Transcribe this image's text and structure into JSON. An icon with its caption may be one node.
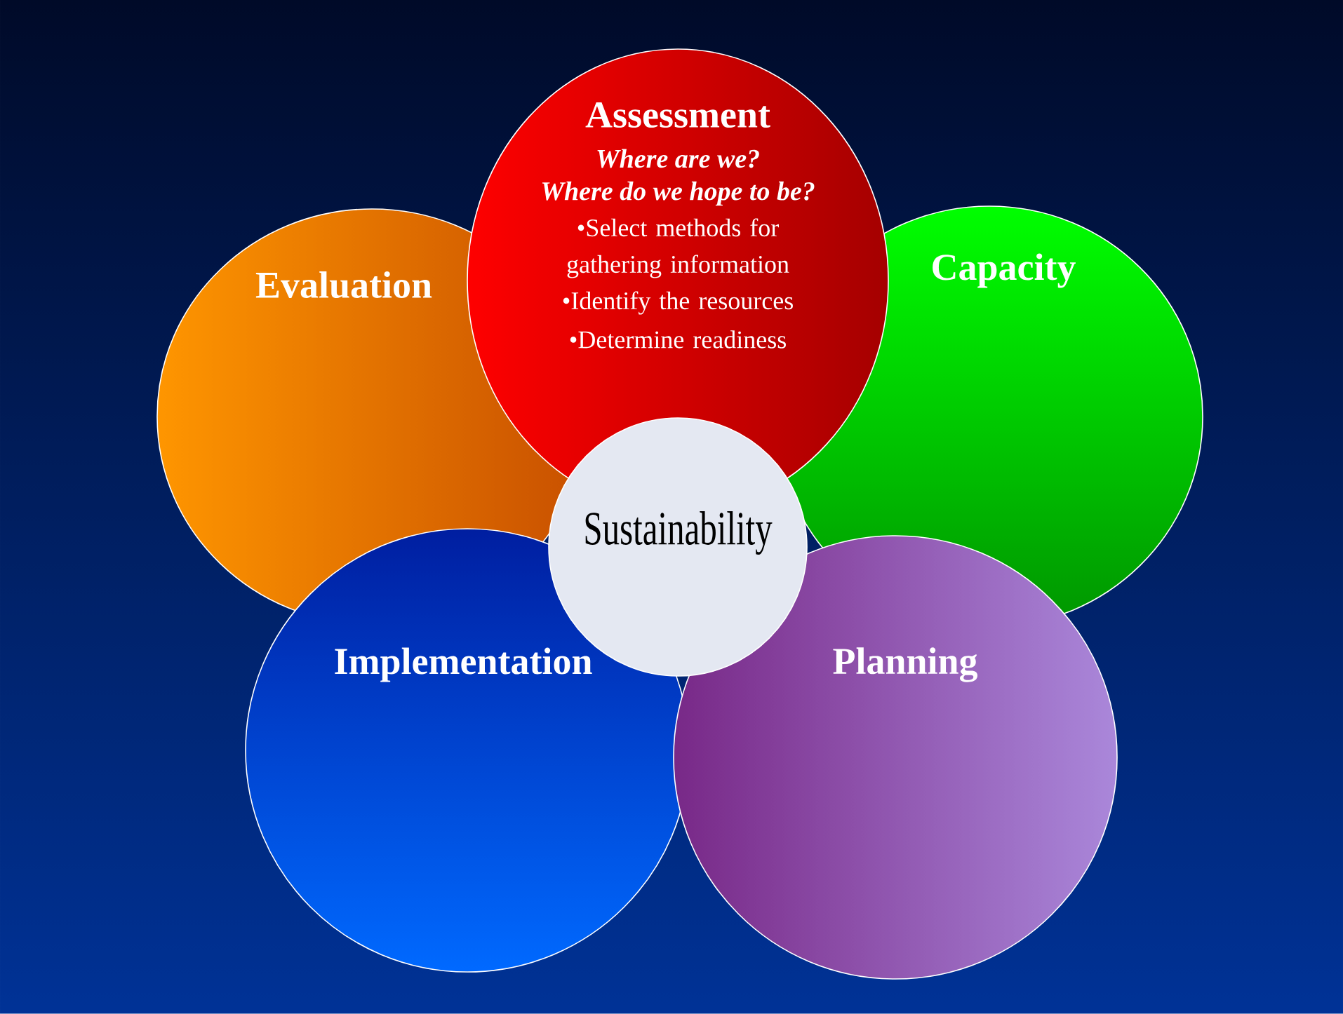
{
  "diagram": {
    "nodes": [
      {
        "text": [
          "Assessment",
          "Where are we?",
          "Where do we hope to be?",
          "•Select methods for gathering information",
          "•Identify the resources",
          "•Determine readiness"
        ]
      },
      {
        "text": [
          "Evaluation"
        ]
      },
      {
        "text": [
          "Capacity"
        ]
      },
      {
        "text": [
          "Sustainability"
        ]
      },
      {
        "text": [
          "Implementation"
        ]
      },
      {
        "text": [
          "Planning"
        ]
      }
    ]
  }
}
